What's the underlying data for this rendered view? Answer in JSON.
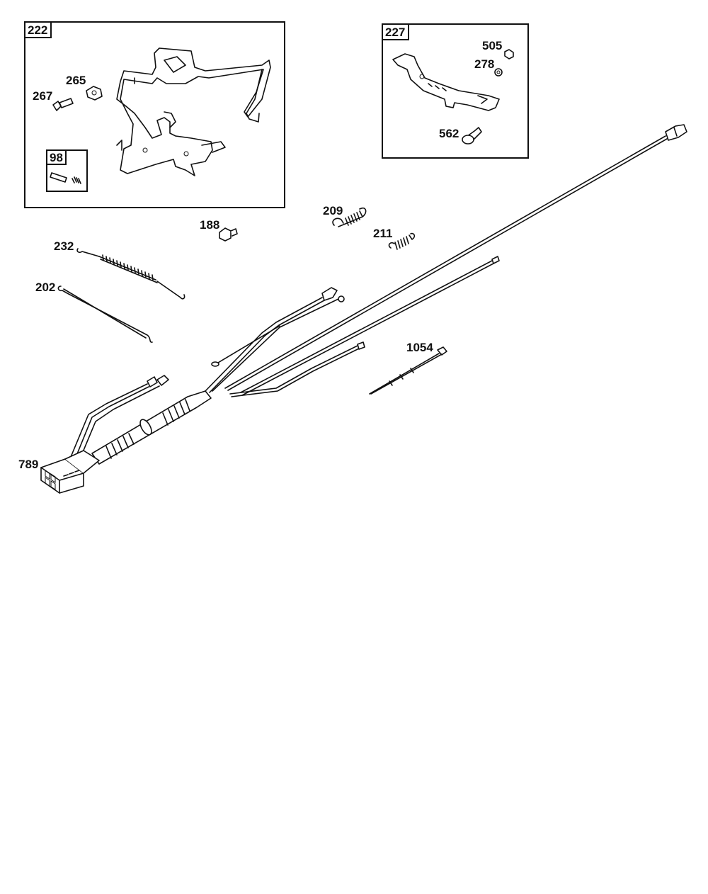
{
  "boxes": {
    "box_222": "222",
    "box_227": "227",
    "box_98": "98"
  },
  "labels": {
    "p267": "267",
    "p265": "265",
    "p505": "505",
    "p278": "278",
    "p562": "562",
    "p209": "209",
    "p188": "188",
    "p211": "211",
    "p232": "232",
    "p202": "202",
    "p1054": "1054",
    "p789": "789"
  },
  "colors": {
    "line": "#111111",
    "background": "#ffffff"
  }
}
